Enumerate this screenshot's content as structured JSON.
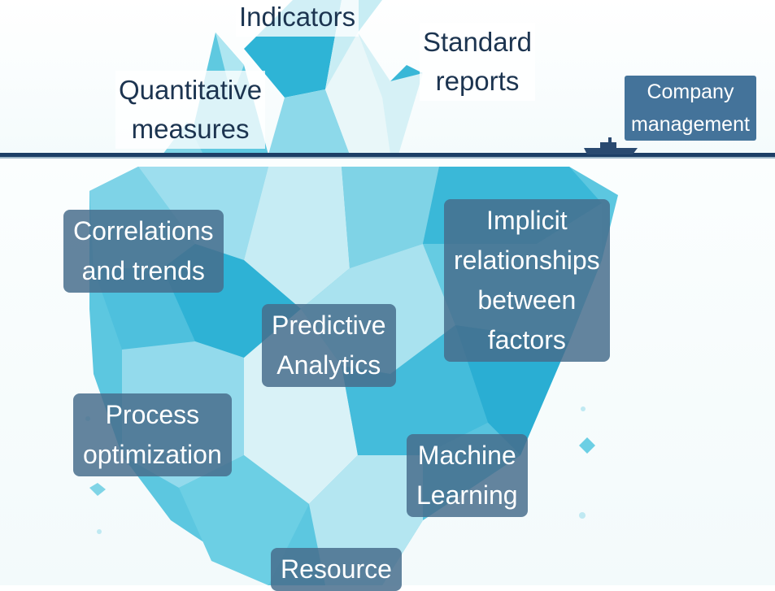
{
  "labels_above": {
    "indicators": "Indicators",
    "standard_reports": [
      "Standard",
      "reports"
    ],
    "quantitative_measures": [
      "Quantitative",
      "measures"
    ]
  },
  "company_tag": [
    "Company",
    "management"
  ],
  "labels_below": {
    "correlations": [
      "Correlations",
      "and trends"
    ],
    "implicit": [
      "Implicit",
      "relationships",
      "between",
      "factors"
    ],
    "predictive": [
      "Predictive",
      "Analytics"
    ],
    "process": [
      "Process",
      "optimization"
    ],
    "ml": [
      "Machine",
      "Learning"
    ],
    "resource": [
      "Resource"
    ]
  },
  "colors": {
    "ice_light": "#bfe9f2",
    "ice_mid": "#6ccfe4",
    "ice_deep": "#2bb1d3",
    "waterline": "#1d3f66",
    "label_bg": "#466c8c",
    "text_dark": "#1c3450"
  }
}
